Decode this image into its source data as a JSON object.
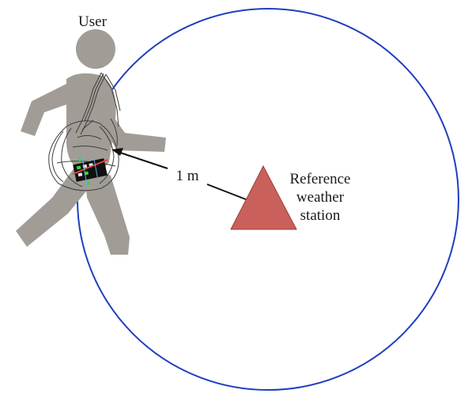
{
  "labels": {
    "user": "User",
    "distance": "1 m",
    "station_line1": "Reference",
    "station_line2": "weather",
    "station_line3": "station"
  },
  "icons": {
    "user": "walking-person-icon",
    "bag": "shoulder-bag-icon",
    "sensor": "sensor-device-icon",
    "station": "triangle-icon"
  },
  "colors": {
    "circle": "#1f3fbf",
    "person": "#a19d96",
    "station_fill": "#c9605c",
    "station_stroke": "#9c3f3b",
    "arrow": "#111111"
  }
}
